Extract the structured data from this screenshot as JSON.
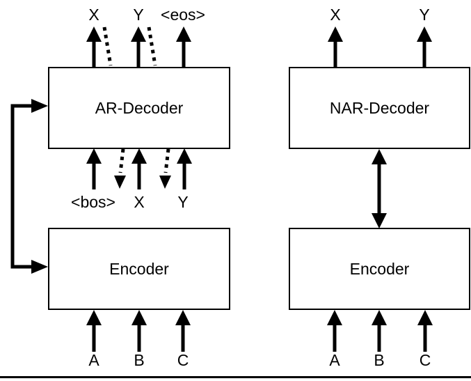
{
  "figure": {
    "left_panel": {
      "decoder_label": "AR-Decoder",
      "encoder_label": "Encoder",
      "output_labels": [
        "X",
        "Y",
        "<eos>"
      ],
      "feedback_input_labels": [
        "<bos>",
        "X",
        "Y"
      ],
      "input_labels": [
        "A",
        "B",
        "C"
      ]
    },
    "right_panel": {
      "decoder_label": "NAR-Decoder",
      "encoder_label": "Encoder",
      "output_labels": [
        "X",
        "Y"
      ],
      "input_labels": [
        "A",
        "B",
        "C"
      ]
    },
    "colors": {
      "line": "#000000",
      "background": "#ffffff"
    }
  }
}
